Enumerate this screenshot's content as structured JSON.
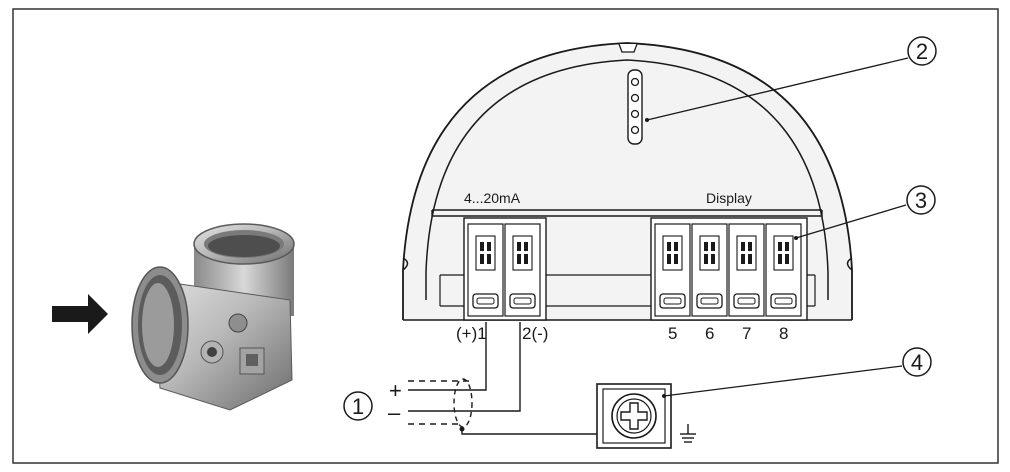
{
  "diagram": {
    "terminal_groups": {
      "current_label": "4...20mA",
      "display_label": "Display"
    },
    "terminals": {
      "t1": "(+)1",
      "t2": "2(-)",
      "t5": "5",
      "t6": "6",
      "t7": "7",
      "t8": "8"
    },
    "wiring": {
      "plus": "+",
      "minus": "–"
    },
    "callouts": [
      "1",
      "2",
      "3",
      "4"
    ],
    "colors": {
      "line": "#1a1a1a",
      "housing_fill": "#f3f3f3",
      "frame": "#333333",
      "metal_light": "#c7c7c7",
      "metal_dark": "#6f6f6f"
    },
    "icons": [
      "arrow-right-icon",
      "housing-photo-icon",
      "ground-terminal-icon",
      "ground-symbol-icon"
    ]
  }
}
